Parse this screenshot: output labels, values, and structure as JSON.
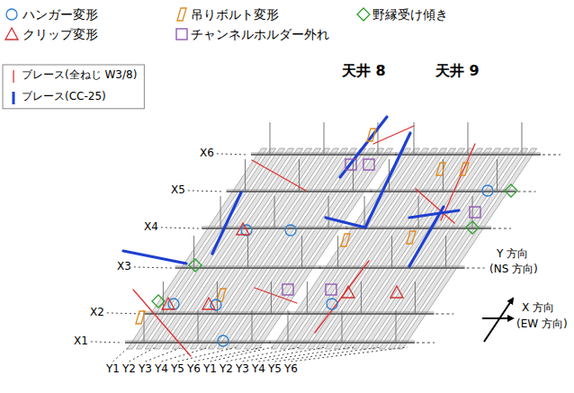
{
  "diagram": {
    "labels": [
      "天井 8",
      "天井 9",
      "X6",
      "X5",
      "X4",
      "X3",
      "X2",
      "X1",
      "Y1",
      "Y2",
      "Y3",
      "Y4",
      "Y5",
      "Y6",
      "Y1",
      "Y2",
      "Y3",
      "Y4",
      "Y5",
      "Y6",
      "Y 方向",
      "(NS 方向)",
      "X 方向",
      "(EW 方向)"
    ],
    "legend": [
      {
        "text": "ハンガー変形"
      },
      {
        "text": "吊りボルト変形"
      },
      {
        "text": "野縁受け傾き"
      },
      {
        "text": "クリップ変形"
      },
      {
        "text": "チャンネルホルダー外れ"
      },
      {
        "text": "ブレース(全ねじ W3/8)"
      },
      {
        "text": "ブレース(CC-25)"
      }
    ]
  }
}
